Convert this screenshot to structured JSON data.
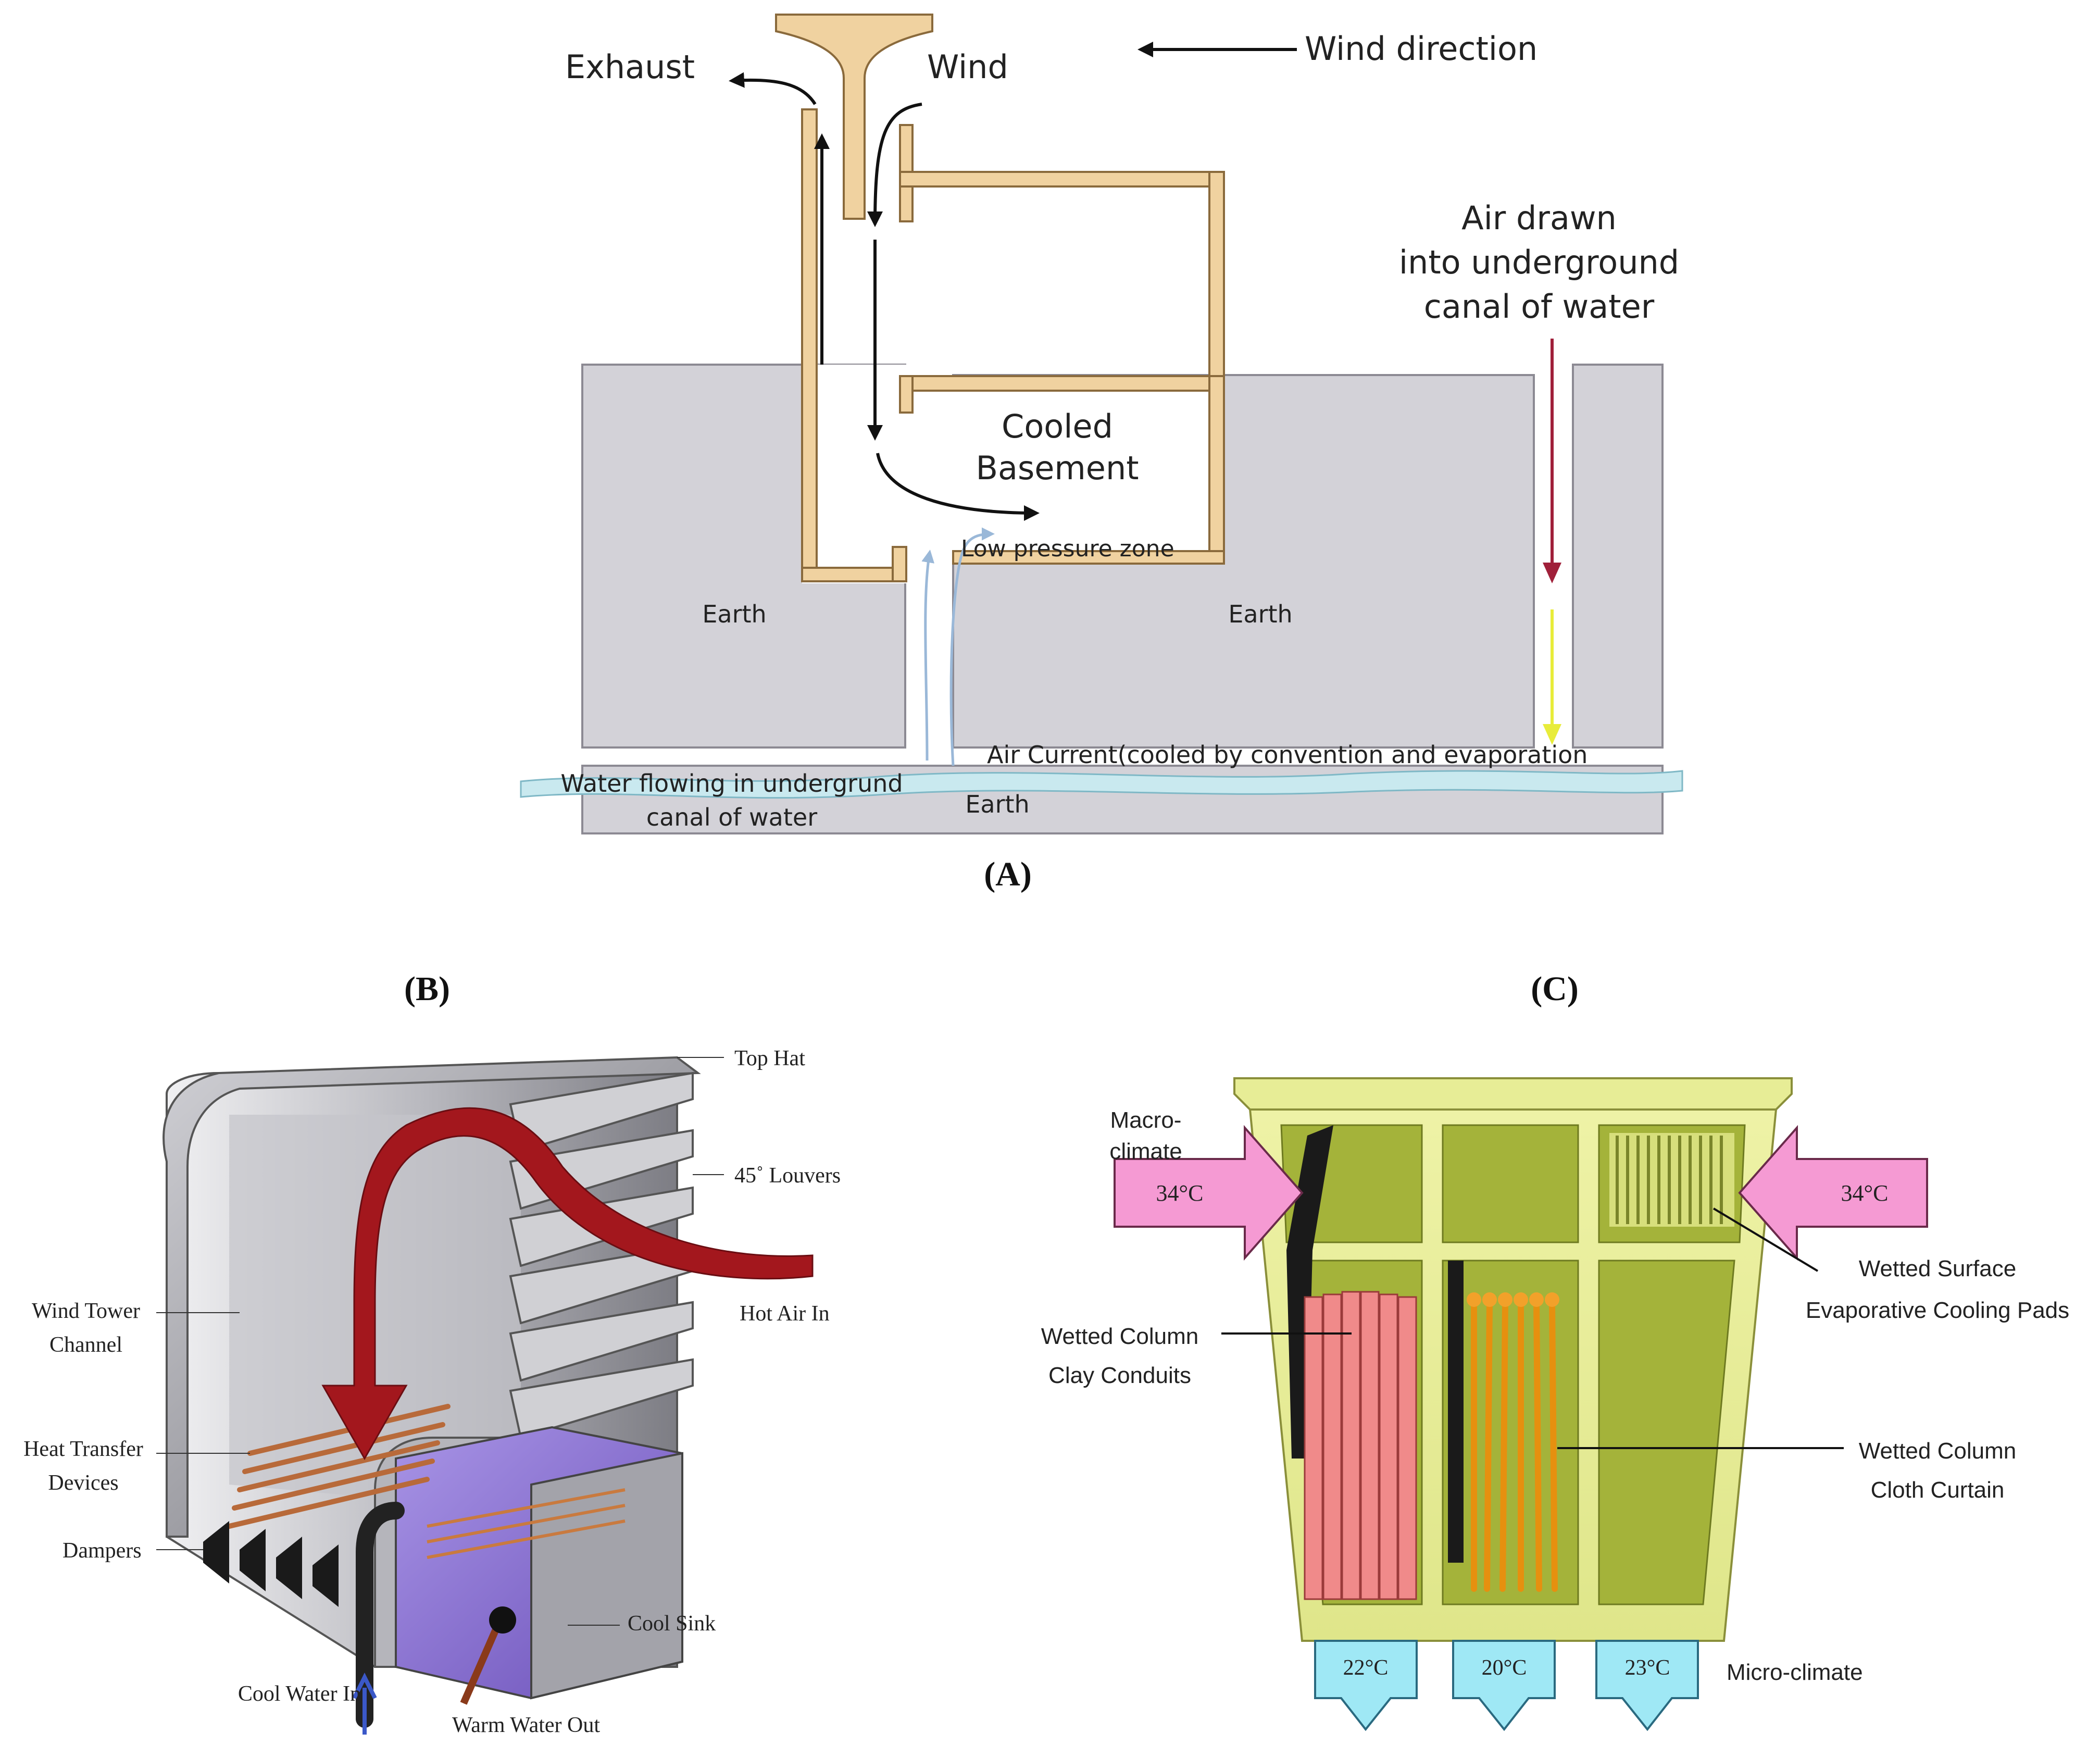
{
  "colors": {
    "earth": "#d3d2d8",
    "earth_stroke": "#8c8a93",
    "building": "#f0d2a0",
    "building_stroke": "#8a6a3c",
    "down_arrow": "#a0203a",
    "up_arrow_yellow": "#e8ec3a",
    "water": "#c9e9ef",
    "tower_red": "#a3171d",
    "steel_light": "#d8d8dc",
    "steel_dark": "#8a8a90",
    "cool_sink": "#8a6fd0",
    "cabinet": "#e3ea8c",
    "cabinet_inner": "#a4b33a",
    "clay": "#f08a8a",
    "cloth": "#f2a12a",
    "hot_arrow": "#f59ad3",
    "cool_arrow": "#9fe8f5"
  },
  "panelA": {
    "label": "(A)",
    "exhaust": "Exhaust",
    "wind": "Wind",
    "wind_direction": "Wind direction",
    "air_drawn": [
      "Air drawn",
      "into underground",
      "canal of water"
    ],
    "cooled_basement": [
      "Cooled",
      "Basement"
    ],
    "low_pressure": "Low pressure zone",
    "earth_left": "Earth",
    "earth_right": "Earth",
    "earth_bottom": "Earth",
    "air_current": "Air Current(cooled by convention and evaporation",
    "water_flow": [
      "Water flowing in undergrund",
      "canal of water"
    ]
  },
  "panelB": {
    "label": "(B)",
    "top_hat": "Top Hat",
    "louvers": "45˚ Louvers",
    "hot_air_in": "Hot Air In",
    "wind_tower_channel": [
      "Wind Tower",
      "Channel"
    ],
    "heat_transfer_devices": [
      "Heat Transfer",
      "Devices"
    ],
    "dampers": "Dampers",
    "cool_sink": "Cool Sink",
    "cool_water_in": "Cool Water In",
    "warm_water_out": "Warm Water Out"
  },
  "panelC": {
    "label": "(C)",
    "macro_climate": [
      "Macro-",
      "climate"
    ],
    "temp_left": "34°C",
    "temp_right": "34°C",
    "wetted_surface": [
      "Wetted Surface",
      "Evaporative Cooling Pads"
    ],
    "clay_conduits": [
      "Wetted Column",
      "Clay Conduits"
    ],
    "cloth_curtain": [
      "Wetted Column",
      "Cloth Curtain"
    ],
    "temp_out_1": "22°C",
    "temp_out_2": "20°C",
    "temp_out_3": "23°C",
    "micro_climate": "Micro-climate"
  }
}
